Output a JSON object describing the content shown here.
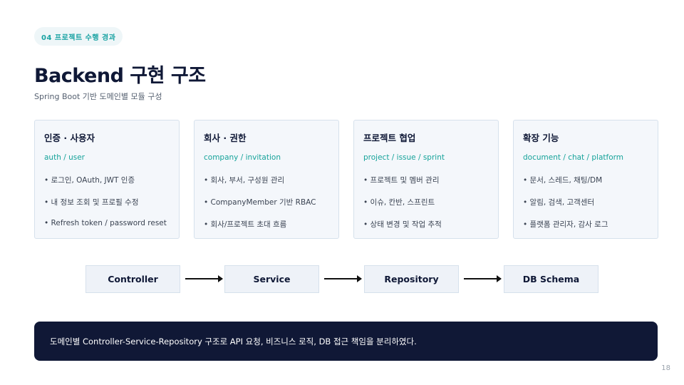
{
  "section_label": "04  프로젝트 수행 경과",
  "title": "Backend 구현 구조",
  "subtitle": "Spring Boot 기반 도메인별 모듈 구성",
  "cards": [
    {
      "title": "인증 · 사용자",
      "sub": "auth / user",
      "items": [
        "로그인, OAuth, JWT 인증",
        "내 정보 조회 및 프로필 수정",
        "Refresh token / password reset"
      ]
    },
    {
      "title": "회사 · 권한",
      "sub": "company / invitation",
      "items": [
        "회사, 부서, 구성원 관리",
        "CompanyMember 기반 RBAC",
        "회사/프로젝트 초대 흐름"
      ]
    },
    {
      "title": "프로젝트 협업",
      "sub": "project / issue / sprint",
      "items": [
        "프로젝트 및 멤버 관리",
        "이슈, 칸반, 스프린트",
        "상태 변경 및 작업 추적"
      ]
    },
    {
      "title": "확장 기능",
      "sub": "document / chat / platform",
      "items": [
        "문서, 스레드, 채팅/DM",
        "알림, 검색, 고객센터",
        "플랫폼 관리자, 감사 로그"
      ]
    }
  ],
  "flow": [
    "Controller",
    "Service",
    "Repository",
    "DB Schema"
  ],
  "summary": "도메인별 Controller-Service-Repository 구조로 API 요청, 비즈니스 로직, DB 접근 책임을 분리하였다.",
  "page_number": "18",
  "colors": {
    "accent": "#16a39a",
    "dark": "#101836",
    "card_bg": "#f4f7fb"
  }
}
